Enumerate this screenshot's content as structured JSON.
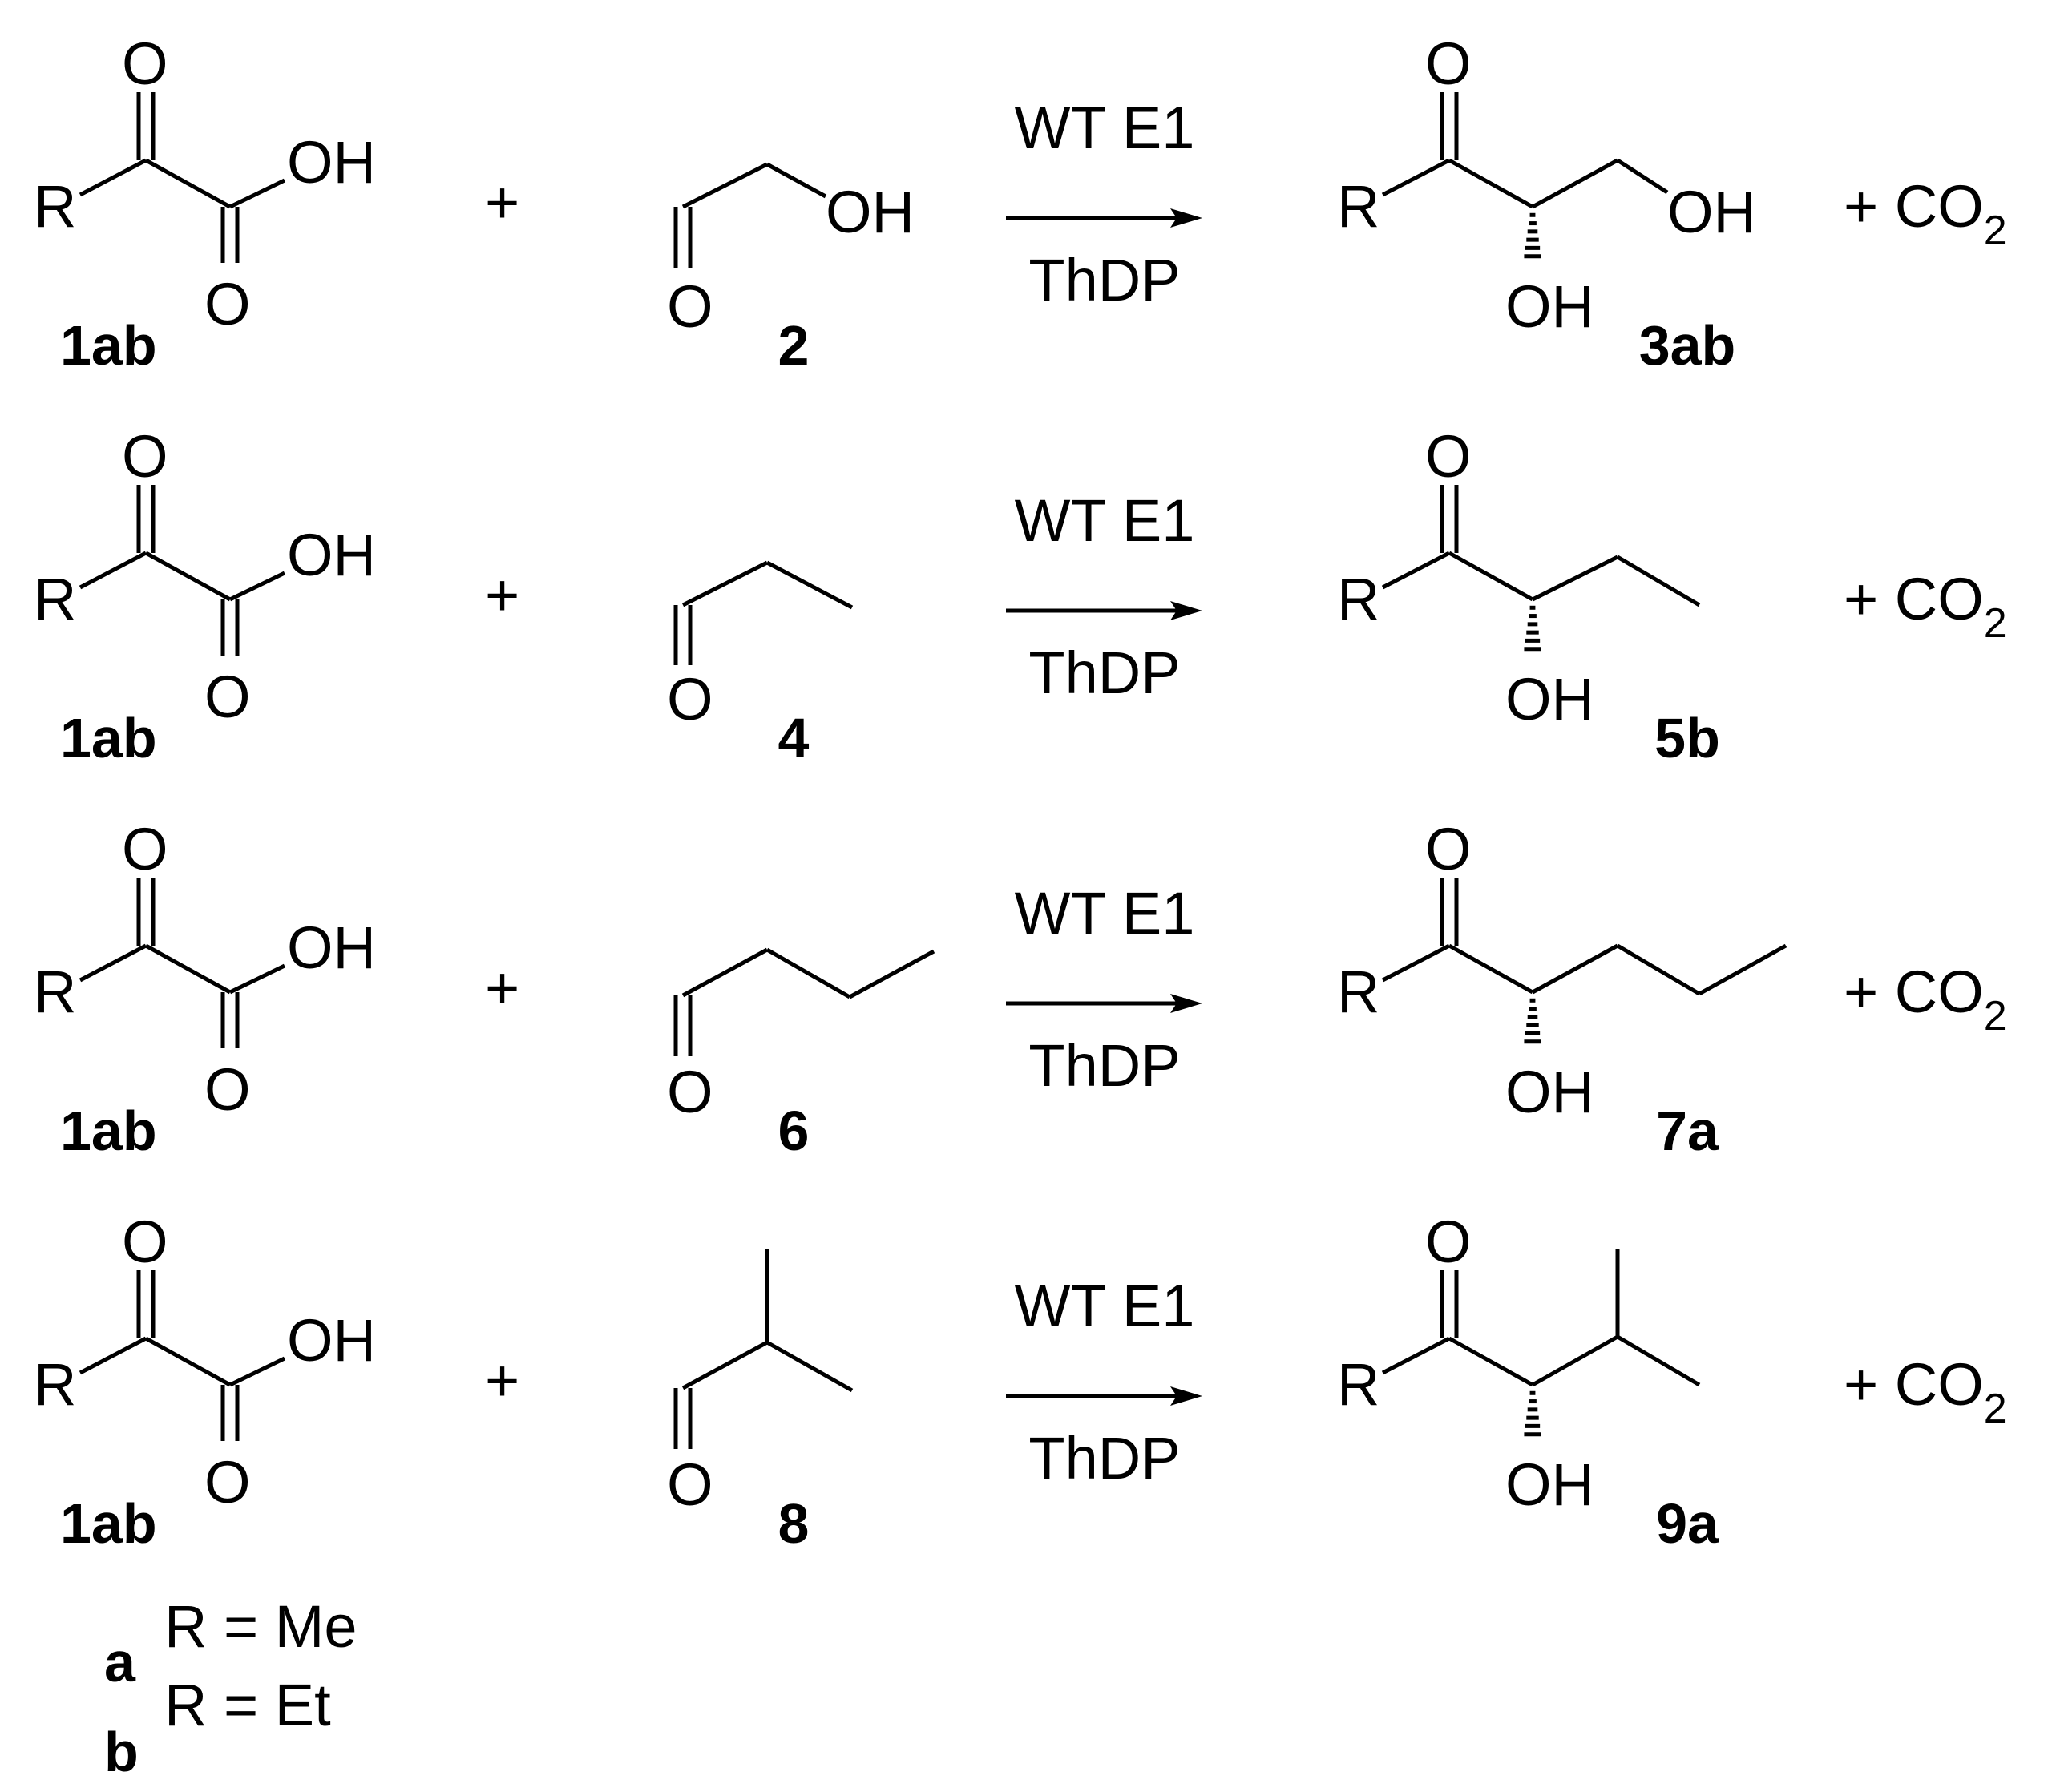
{
  "rows": [
    {
      "substrate": {
        "r": "R",
        "carbonyl_o": "O",
        "acid_oh": "OH",
        "acid_o": "O",
        "id": "1ab"
      },
      "plus": "+",
      "aldehyde": {
        "o": "O",
        "oh": "OH",
        "id": "2"
      },
      "enzyme": "WT E1",
      "cofactor": "ThDP",
      "product": {
        "r": "R",
        "o": "O",
        "oh": "OH",
        "terminal_oh": "OH",
        "id": "3ab"
      },
      "coproduct": {
        "text": "+ CO",
        "sub": "2"
      }
    },
    {
      "substrate": {
        "r": "R",
        "carbonyl_o": "O",
        "acid_oh": "OH",
        "acid_o": "O",
        "id": "1ab"
      },
      "plus": "+",
      "aldehyde": {
        "o": "O",
        "id": "4"
      },
      "enzyme": "WT E1",
      "cofactor": "ThDP",
      "product": {
        "r": "R",
        "o": "O",
        "oh": "OH",
        "id": "5b"
      },
      "coproduct": {
        "text": "+ CO",
        "sub": "2"
      }
    },
    {
      "substrate": {
        "r": "R",
        "carbonyl_o": "O",
        "acid_oh": "OH",
        "acid_o": "O",
        "id": "1ab"
      },
      "plus": "+",
      "aldehyde": {
        "o": "O",
        "id": "6"
      },
      "enzyme": "WT E1",
      "cofactor": "ThDP",
      "product": {
        "r": "R",
        "o": "O",
        "oh": "OH",
        "id": "7a"
      },
      "coproduct": {
        "text": "+ CO",
        "sub": "2"
      }
    },
    {
      "substrate": {
        "r": "R",
        "carbonyl_o": "O",
        "acid_oh": "OH",
        "acid_o": "O",
        "id": "1ab"
      },
      "plus": "+",
      "aldehyde": {
        "o": "O",
        "id": "8"
      },
      "enzyme": "WT E1",
      "cofactor": "ThDP",
      "product": {
        "r": "R",
        "o": "O",
        "oh": "OH",
        "id": "9a"
      },
      "coproduct": {
        "text": "+ CO",
        "sub": "2"
      }
    }
  ],
  "legend": {
    "a_key": "a",
    "a_text": "R = Me",
    "b_key": "b",
    "b_text": "R = Et"
  }
}
